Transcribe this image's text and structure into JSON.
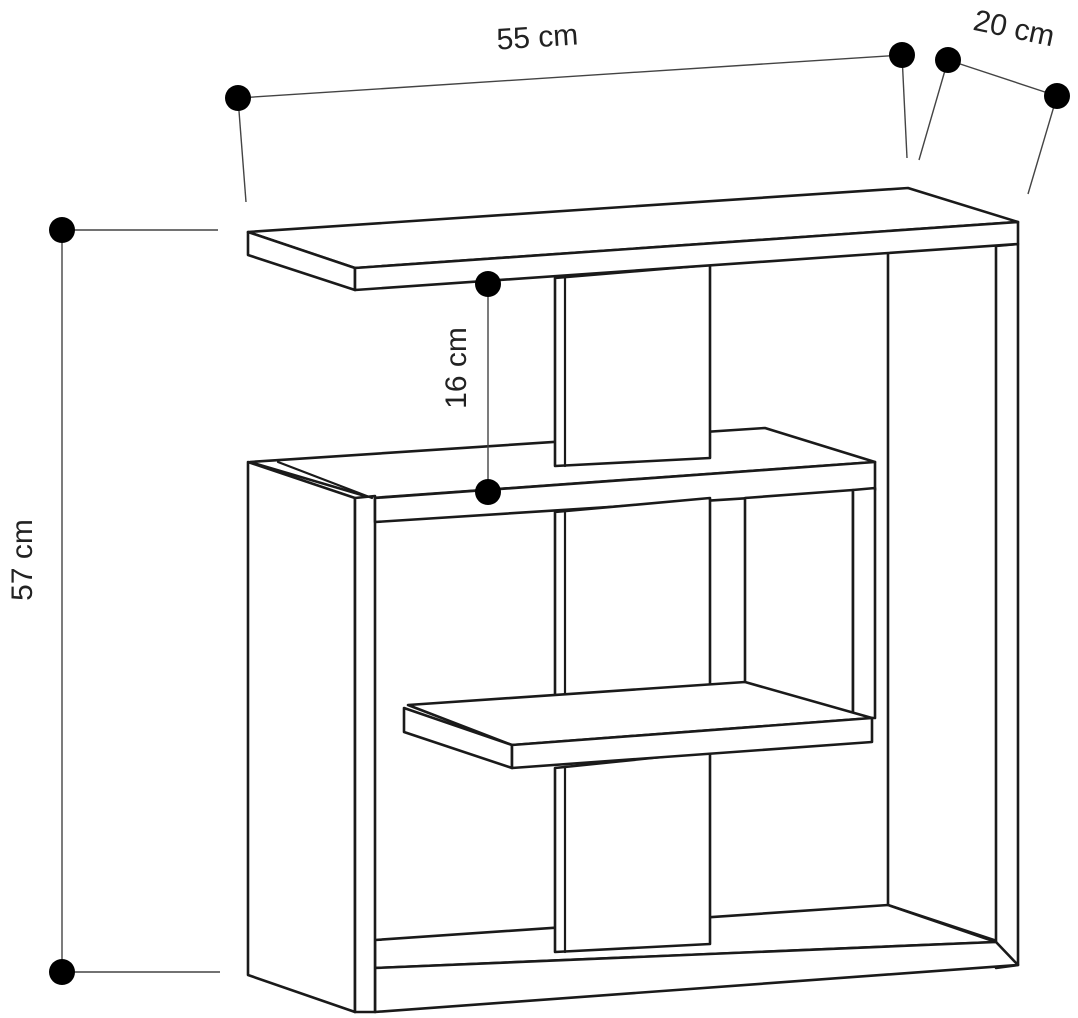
{
  "dimensions": {
    "width": "55 cm",
    "depth": "20 cm",
    "height": "57 cm",
    "shelf_gap": "16 cm"
  }
}
